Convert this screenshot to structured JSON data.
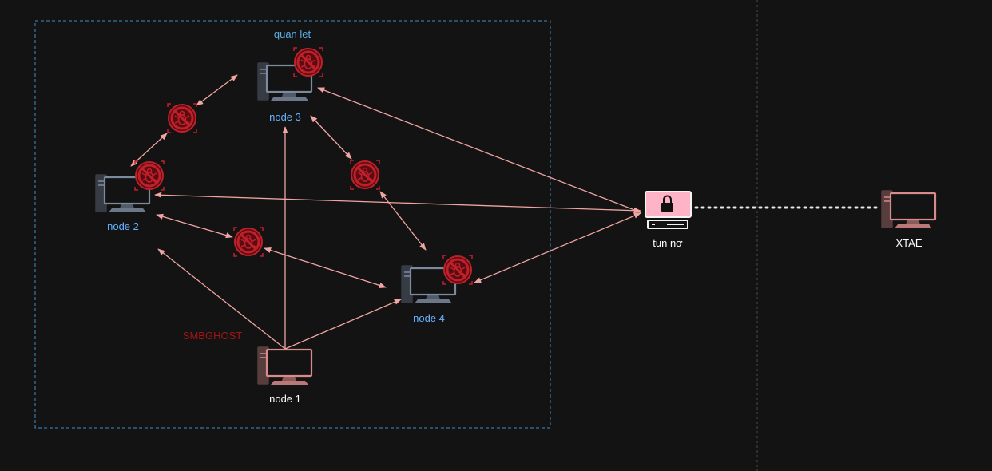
{
  "group": {
    "label": "quan let"
  },
  "nodes": {
    "node1": {
      "label": "node 1"
    },
    "node2": {
      "label": "node 2"
    },
    "node3": {
      "label": "node 3"
    },
    "node4": {
      "label": "node 4"
    },
    "gateway": {
      "label": "tun nơ"
    },
    "remote": {
      "label": "XTAE"
    }
  },
  "attack": {
    "label": "SMBGHOST"
  },
  "colors": {
    "background": "#131313",
    "edge": "#f0a5a2",
    "internal_pc": "#7c8aa0",
    "attacker_pc": "#d98b8b",
    "group_border": "#3d8fc7",
    "group_label": "#5aaee6",
    "node_label": "#66b2ff",
    "attack_label": "#a31515",
    "gateway_fill": "#ffb3c6",
    "virus": "#c0202a"
  }
}
